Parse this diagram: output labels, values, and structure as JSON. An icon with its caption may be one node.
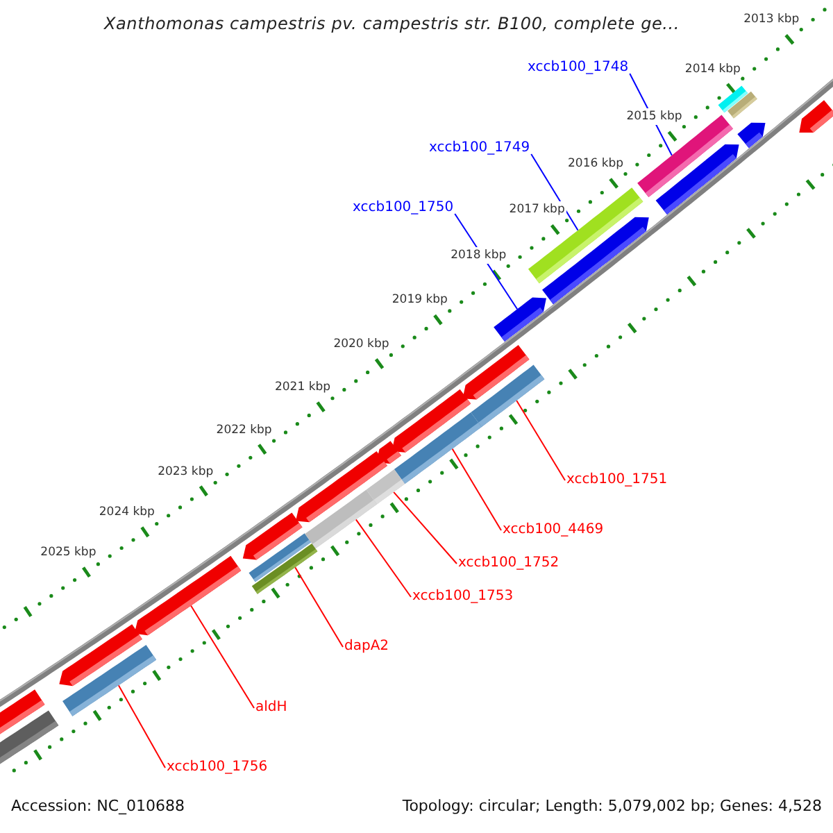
{
  "diagram": {
    "title": "Xanthomonas campestris pv. campestris str. B100, complete ge...",
    "nodes": [
      {
        "text": [
          "xccb100_1748"
        ]
      },
      {
        "text": [
          "xccb100_1749"
        ]
      },
      {
        "text": [
          "xccb100_1750"
        ]
      },
      {
        "text": [
          "xccb100_1751"
        ]
      },
      {
        "text": [
          "xccb100_4469"
        ]
      },
      {
        "text": [
          "xccb100_1752"
        ]
      },
      {
        "text": [
          "xccb100_1753"
        ]
      },
      {
        "text": [
          "dapA2"
        ]
      },
      {
        "text": [
          "aldH"
        ]
      },
      {
        "text": [
          "xccb100_1756"
        ]
      },
      {
        "text": [],
        "shape": "bar"
      },
      {
        "text": [],
        "shape": "bar"
      },
      {
        "text": [],
        "shape": "bar"
      },
      {
        "text": [],
        "shape": "bar"
      },
      {
        "text": [],
        "shape": "bar"
      },
      {
        "text": [],
        "shape": "bar"
      },
      {
        "text": [],
        "shape": "bar"
      },
      {
        "text": [],
        "shape": "bar"
      },
      {
        "text": [],
        "shape": "bar"
      },
      {
        "text": [],
        "shape": "bar"
      }
    ],
    "edges": [
      {
        "from": 0,
        "to": 10,
        "arrow": "none",
        "color": "#0000ff"
      },
      {
        "from": 1,
        "to": 11,
        "arrow": "none",
        "color": "#0000ff"
      },
      {
        "from": 2,
        "to": 12,
        "arrow": "none",
        "color": "#0000ff"
      },
      {
        "from": 3,
        "to": 13,
        "arrow": "none"
      },
      {
        "from": 4,
        "to": 14,
        "arrow": "none"
      },
      {
        "from": 5,
        "to": 15,
        "arrow": "none"
      },
      {
        "from": 6,
        "to": 16,
        "arrow": "none"
      },
      {
        "from": 7,
        "to": 17,
        "arrow": "none"
      },
      {
        "from": 8,
        "to": 18,
        "arrow": "none"
      },
      {
        "from": 9,
        "to": 19,
        "arrow": "none"
      }
    ],
    "labels": [
      "2013 kbp",
      "2014 kbp",
      "2015 kbp",
      "2016 kbp",
      "2017 kbp",
      "2018 kbp",
      "2019 kbp",
      "2020 kbp",
      "2021 kbp",
      "2022 kbp",
      "2023 kbp",
      "2024 kbp",
      "2025 kbp",
      "Accession: NC_010688",
      "Topology: circular; Length: 5,079,002 bp; Genes: 4,528"
    ]
  }
}
